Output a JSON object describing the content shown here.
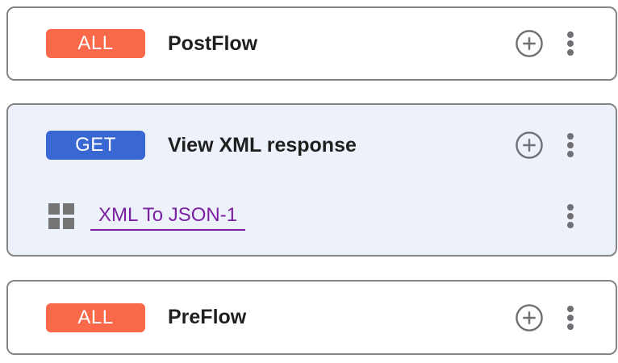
{
  "colors": {
    "card_border": "#858585",
    "card_background": "#ffffff",
    "selected_card_background": "#edf1fa",
    "all_badge_orange": "#fa694a",
    "get_badge_blue": "#3a68d3",
    "title_text": "#1f1f1f",
    "icon_gray": "#6f6f74",
    "policy_link_purple": "#7b1fa2"
  },
  "cards": [
    {
      "id": "postflow",
      "badge": {
        "label": "ALL"
      },
      "title": "PostFlow",
      "policies": []
    },
    {
      "id": "view-xml-response",
      "badge": {
        "label": "GET"
      },
      "title": "View XML response",
      "policies": [
        {
          "name": "XML To JSON-1"
        }
      ]
    },
    {
      "id": "preflow",
      "badge": {
        "label": "ALL"
      },
      "title": "PreFlow",
      "policies": []
    }
  ]
}
